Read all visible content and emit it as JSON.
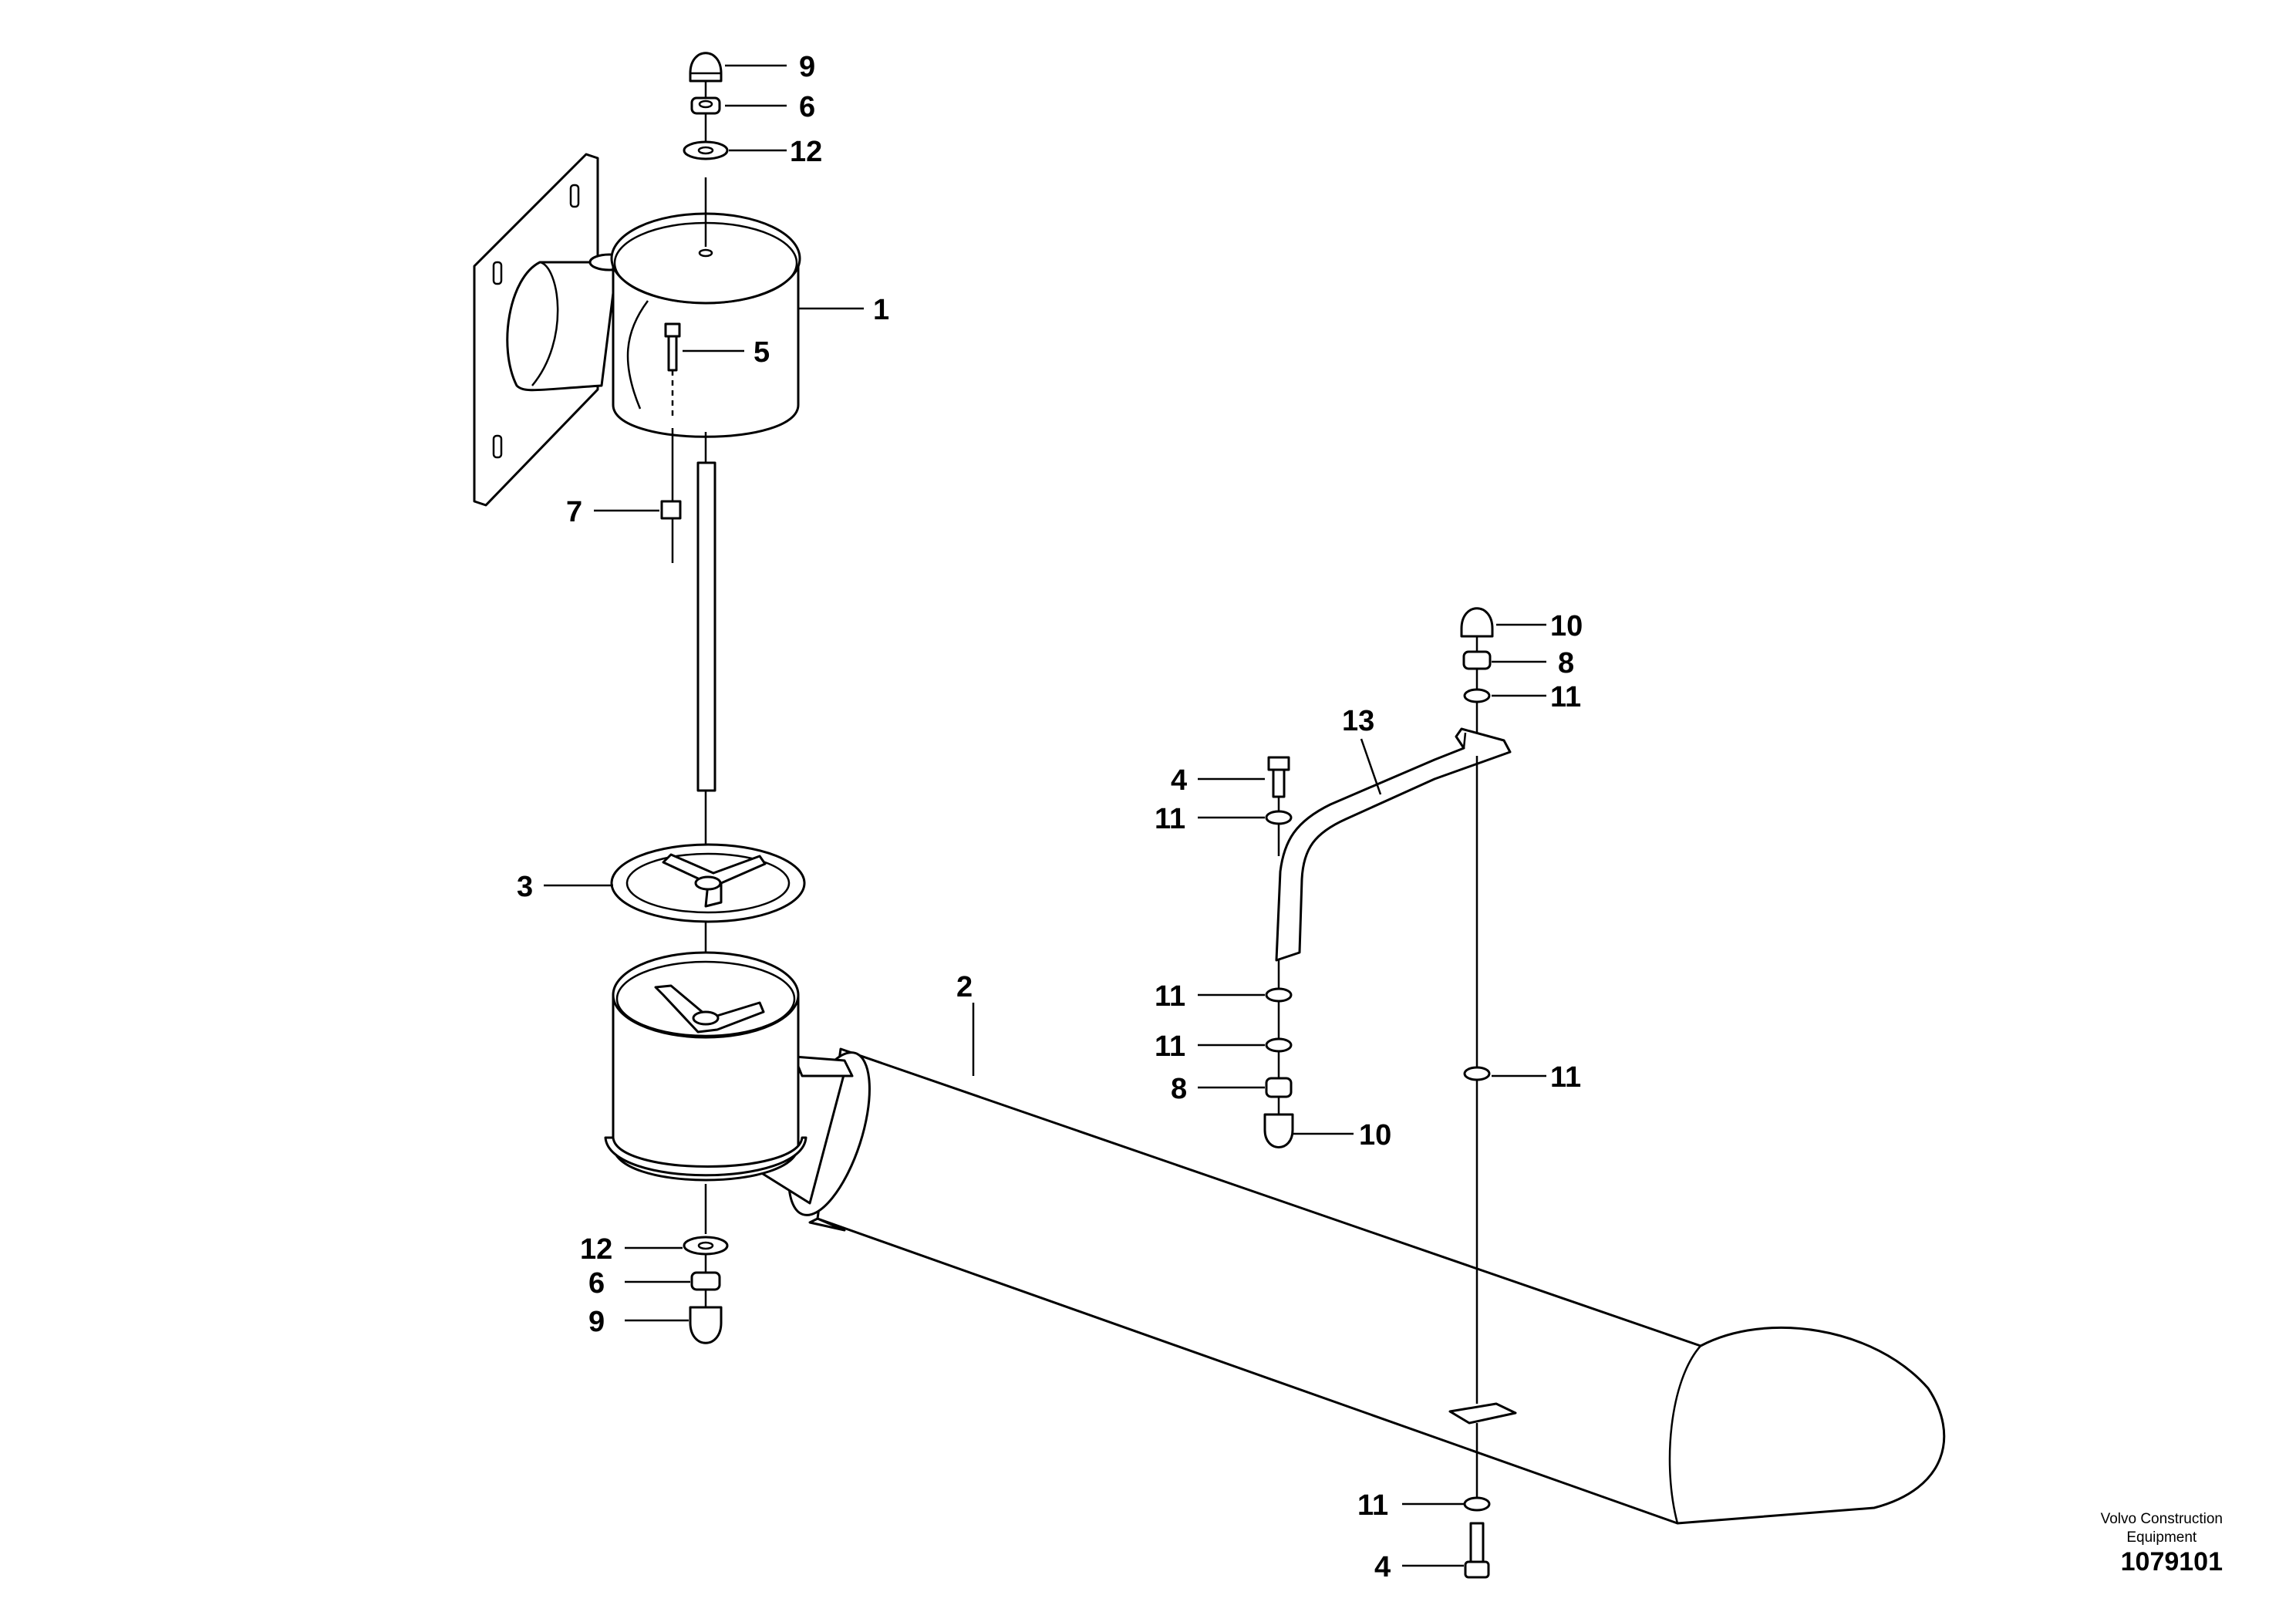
{
  "callouts": {
    "c1": "1",
    "c2": "2",
    "c3": "3",
    "c4a": "4",
    "c4b": "4",
    "c5": "5",
    "c6a": "6",
    "c6b": "6",
    "c7": "7",
    "c8a": "8",
    "c8b": "8",
    "c9a": "9",
    "c9b": "9",
    "c10a": "10",
    "c10b": "10",
    "c11a": "11",
    "c11b": "11",
    "c11c": "11",
    "c11d": "11",
    "c11e": "11",
    "c11f": "11",
    "c12a": "12",
    "c12b": "12",
    "c13": "13"
  },
  "credit": {
    "company_line1": "Volvo Construction",
    "company_line2": "Equipment",
    "drawing_number": "1079101"
  }
}
